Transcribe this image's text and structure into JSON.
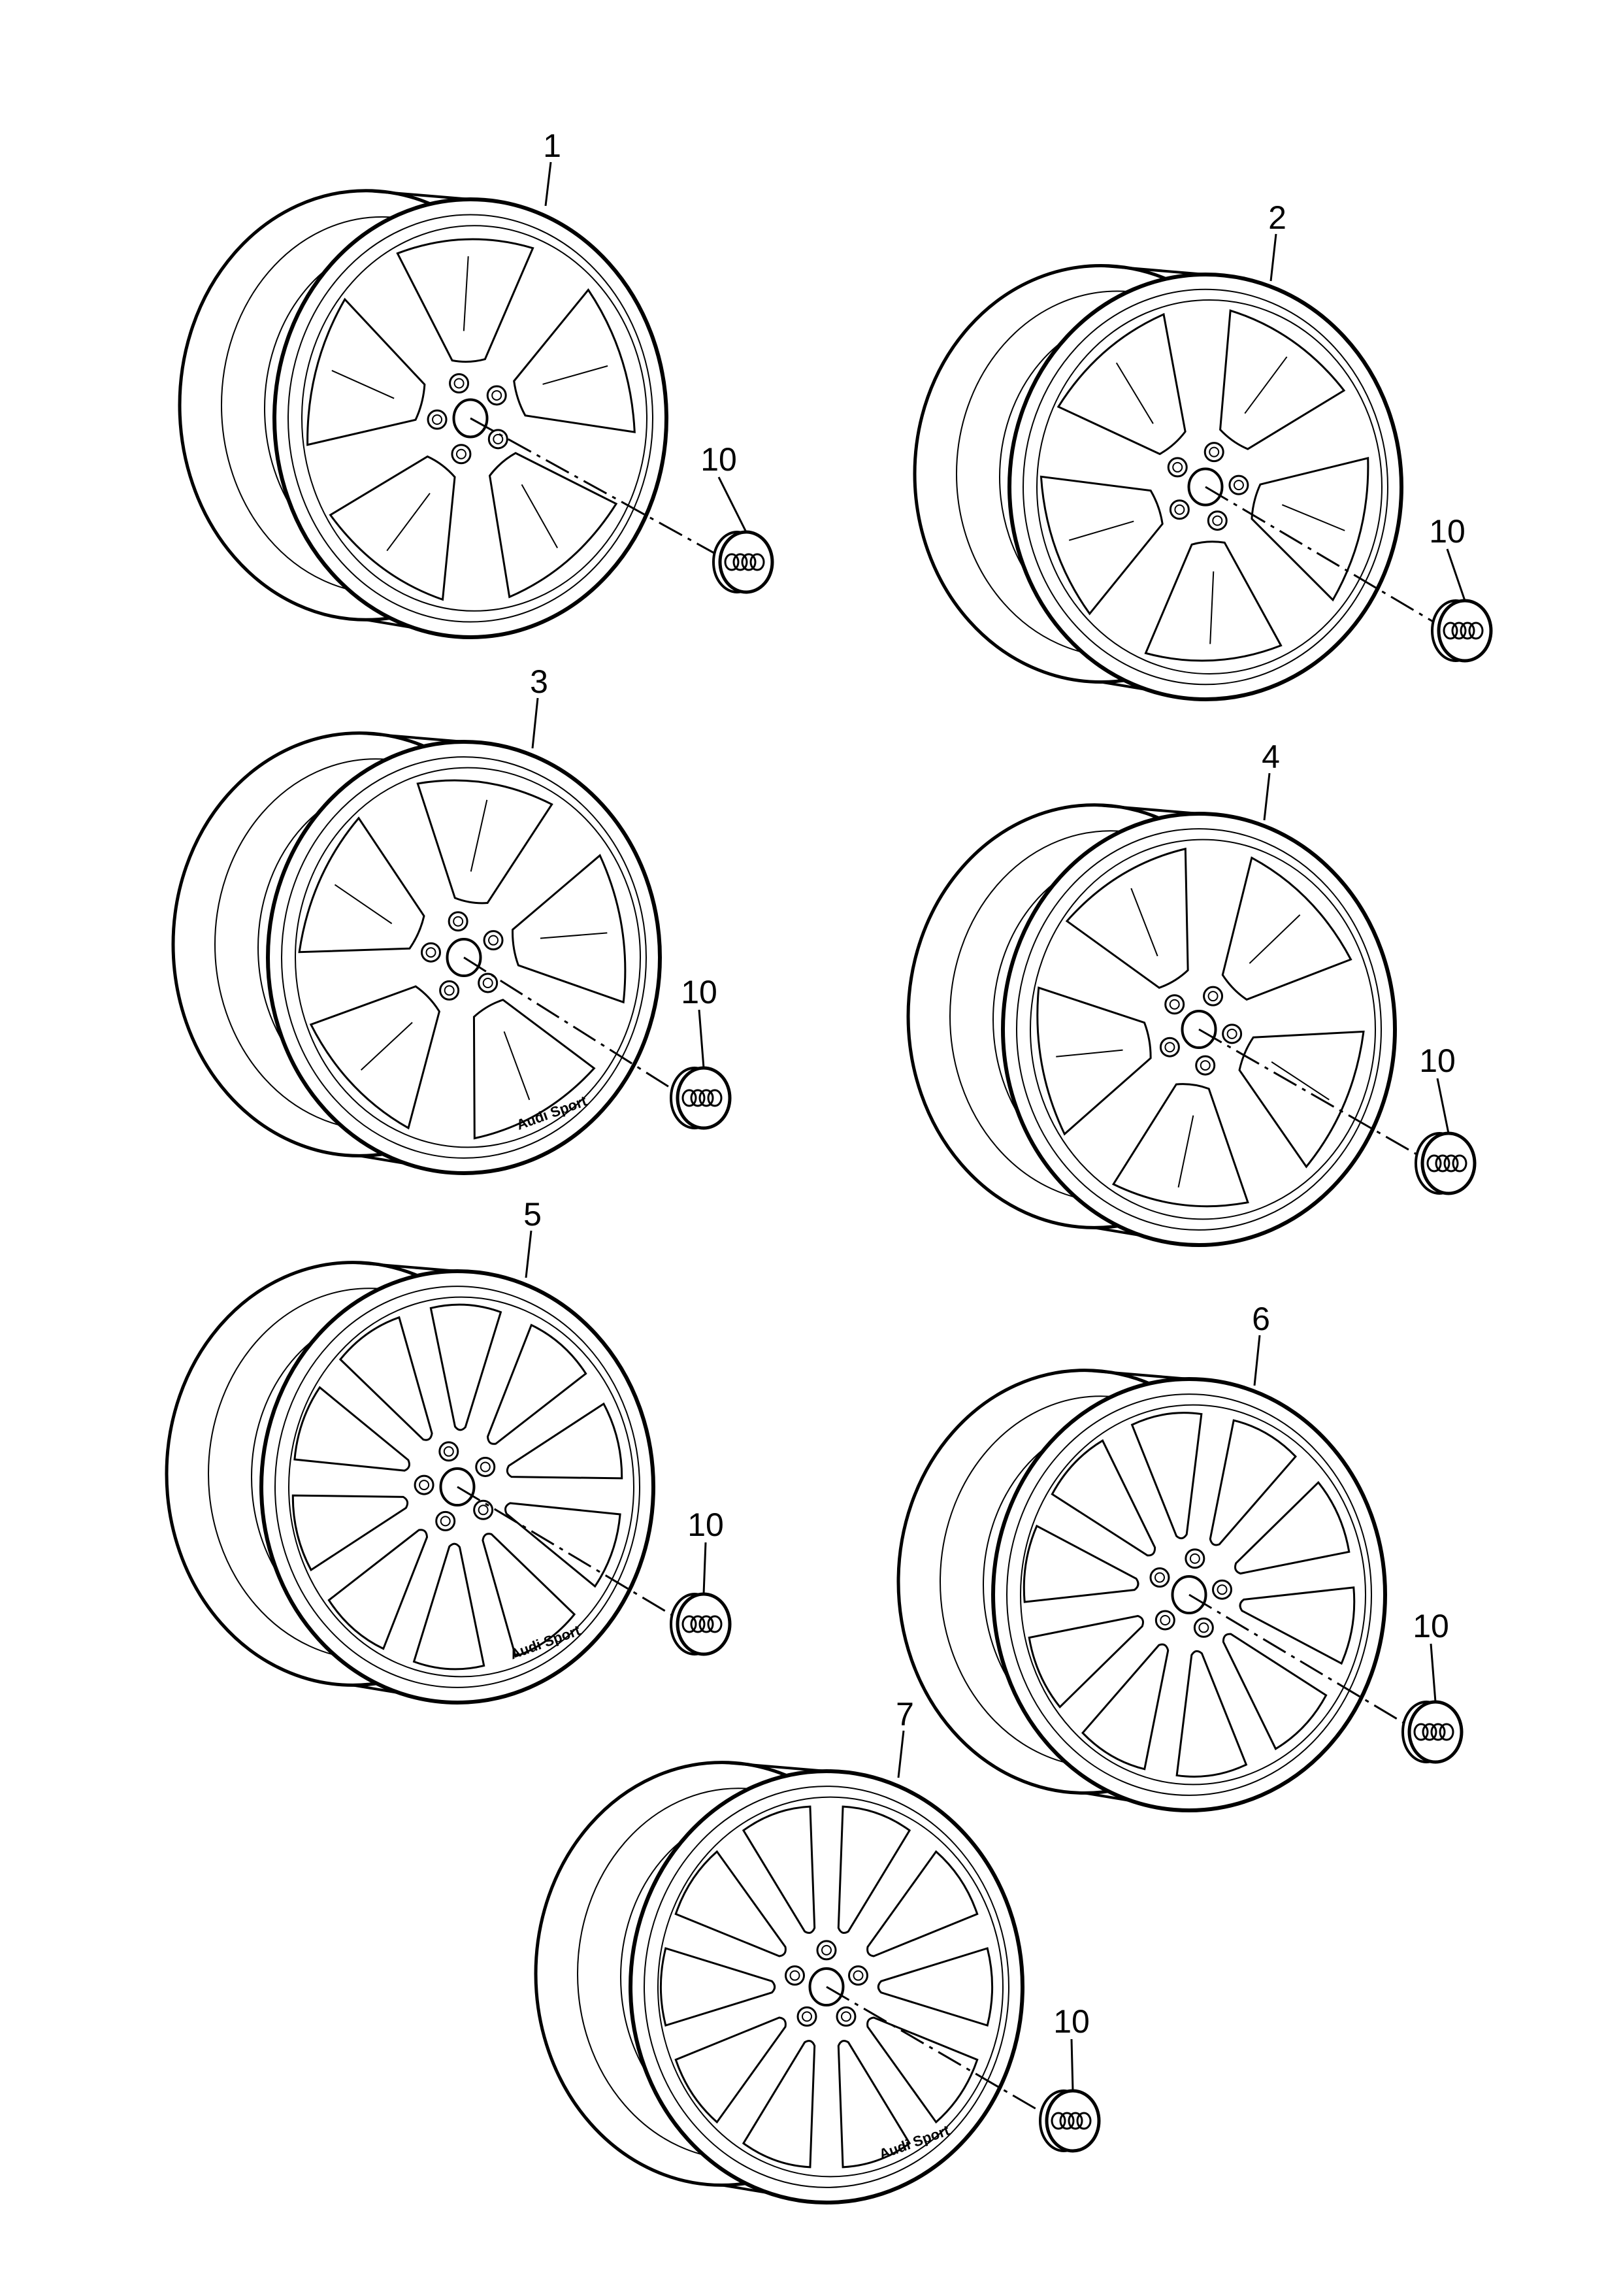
{
  "diagram": {
    "wheels": [
      {
        "label": "1",
        "style": "5 double-arm",
        "cap_label": "10"
      },
      {
        "label": "2",
        "style": "5 V-spoke",
        "cap_label": "10"
      },
      {
        "label": "3",
        "style": "5 Y-spoke",
        "brand_text": "Audi Sport",
        "cap_label": "10"
      },
      {
        "label": "4",
        "style": "5 double-spoke",
        "cap_label": "10"
      },
      {
        "label": "5",
        "style": "5 twin-spoke",
        "brand_text": "Audi Sport",
        "cap_label": "10"
      },
      {
        "label": "6",
        "style": "5 double-spoke",
        "cap_label": "10"
      },
      {
        "label": "7",
        "style": "10-spoke",
        "brand_text": "Audi Sport",
        "cap_label": "10"
      }
    ],
    "icons": {
      "wheel": "alloy-wheel-icon",
      "cap": "hub-cap-rings-icon"
    },
    "line_color": "#000000",
    "background": "#ffffff"
  }
}
